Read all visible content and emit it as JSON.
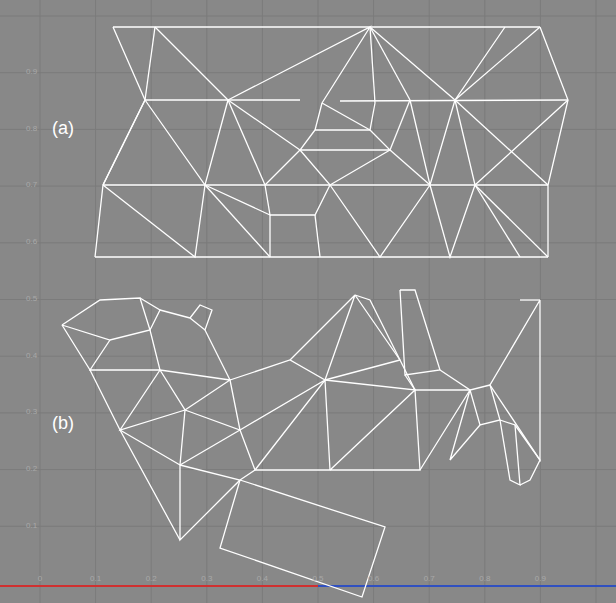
{
  "diagram": {
    "labels": [
      "(a)",
      "(b)",
      "0.9",
      "0.8",
      "0.7",
      "0.6",
      "0.5",
      "0.4",
      "0.3",
      "0.2",
      "0.1",
      "0",
      "0.1",
      "0.2",
      "0.3",
      "0.4",
      "0.5",
      "0.6",
      "0.7",
      "0.8",
      "0.9"
    ]
  }
}
